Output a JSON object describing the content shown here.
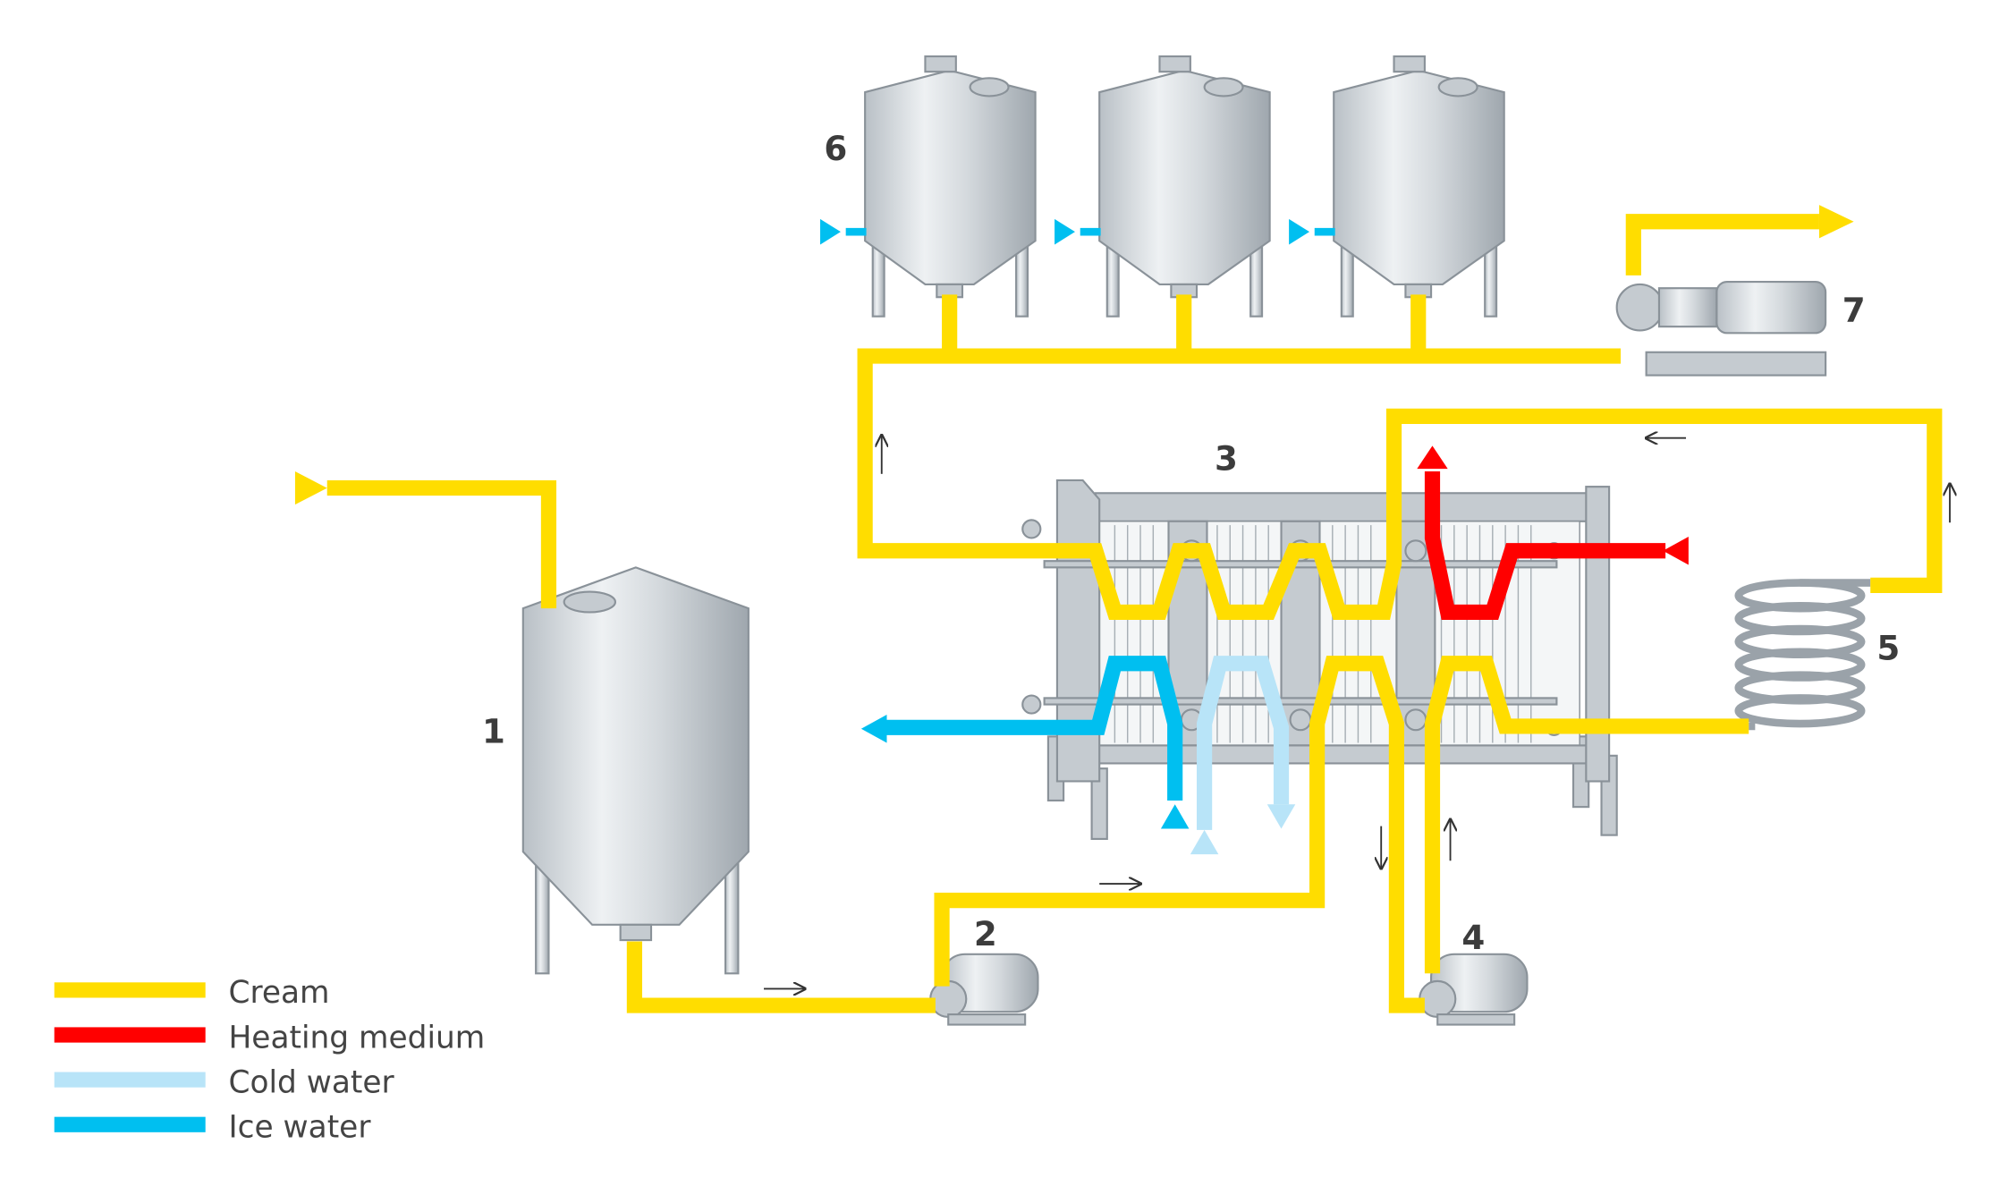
{
  "labels": {
    "tank1": "1",
    "pump2": "2",
    "plate_heat_exchanger": "3",
    "pump4": "4",
    "holding_coil": "5",
    "storage_tanks": "6",
    "pump7": "7"
  },
  "legend": [
    {
      "label": "Cream",
      "color": "#ffdd00"
    },
    {
      "label": "Heating medium",
      "color": "#ff0000"
    },
    {
      "label": "Cold water",
      "color": "#b8e4f8"
    },
    {
      "label": "Ice water",
      "color": "#00bff0"
    }
  ],
  "colors": {
    "cream": "#ffdd00",
    "heating": "#ff0000",
    "cold_water": "#b8e4f8",
    "ice_water": "#00bff0",
    "label": "#3c3c3c"
  }
}
